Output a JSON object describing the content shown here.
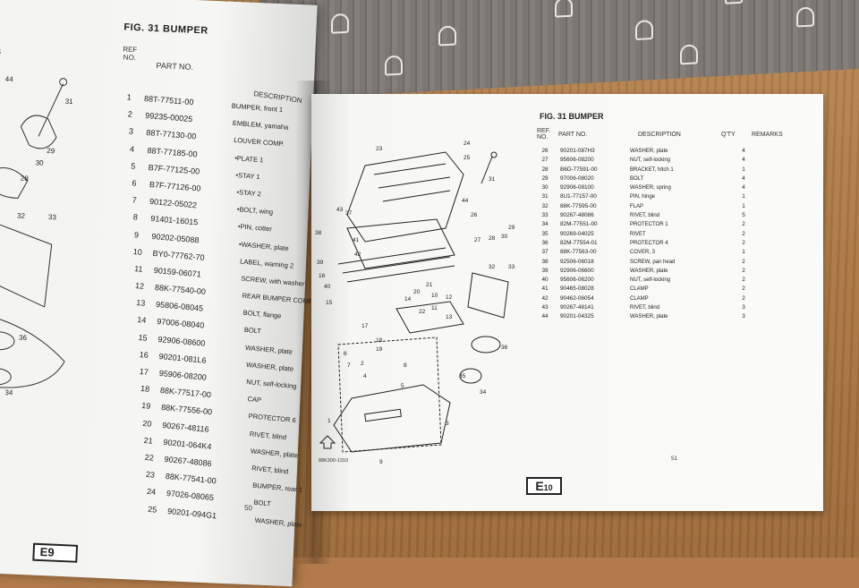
{
  "left_page": {
    "figure_title": "FIG. 31  BUMPER",
    "header": {
      "ref_no": "REF\nNO.",
      "part_no": "PART NO.",
      "description": "DESCRIPTION"
    },
    "rows": [
      {
        "ref": "1",
        "part": "88T-77511-00",
        "desc": "BUMPER, front 1"
      },
      {
        "ref": "2",
        "part": "99235-00025",
        "desc": "EMBLEM, yamaha"
      },
      {
        "ref": "3",
        "part": "88T-77130-00",
        "desc": "LOUVER COMP."
      },
      {
        "ref": "4",
        "part": "88T-77185-00",
        "desc": "•PLATE 1"
      },
      {
        "ref": "5",
        "part": "B7F-77125-00",
        "desc": "•STAY 1"
      },
      {
        "ref": "6",
        "part": "B7F-77126-00",
        "desc": "•STAY 2"
      },
      {
        "ref": "7",
        "part": "90122-05022",
        "desc": "•BOLT, wing"
      },
      {
        "ref": "8",
        "part": "91401-16015",
        "desc": "•PIN, cotter"
      },
      {
        "ref": "9",
        "part": "90202-05088",
        "desc": "•WASHER, plate"
      },
      {
        "ref": "10",
        "part": "BY0-77762-70",
        "desc": "LABEL, warning 2"
      },
      {
        "ref": "11",
        "part": "90159-06071",
        "desc": "SCREW, with washer"
      },
      {
        "ref": "12",
        "part": "88K-77540-00",
        "desc": "REAR BUMPER COMP."
      },
      {
        "ref": "13",
        "part": "95806-08045",
        "desc": "BOLT, flange"
      },
      {
        "ref": "14",
        "part": "97006-08040",
        "desc": "BOLT"
      },
      {
        "ref": "15",
        "part": "92906-08600",
        "desc": "WASHER, plate"
      },
      {
        "ref": "16",
        "part": "90201-081L6",
        "desc": "WASHER, plate"
      },
      {
        "ref": "17",
        "part": "95906-08200",
        "desc": "NUT, self-locking"
      },
      {
        "ref": "18",
        "part": "88K-77517-00",
        "desc": "CAP"
      },
      {
        "ref": "19",
        "part": "88K-77556-00",
        "desc": "PROTECTOR 6"
      },
      {
        "ref": "20",
        "part": "90267-48116",
        "desc": "RIVET, blind"
      },
      {
        "ref": "21",
        "part": "90201-064K4",
        "desc": "WASHER, plate"
      },
      {
        "ref": "22",
        "part": "90267-48086",
        "desc": "RIVET, blind"
      },
      {
        "ref": "23",
        "part": "88K-77541-00",
        "desc": "BUMPER, rear 1"
      },
      {
        "ref": "24",
        "part": "97026-08065",
        "desc": "BOLT"
      },
      {
        "ref": "25",
        "part": "90201-094G1",
        "desc": "WASHER, plate"
      }
    ],
    "page_number": "50",
    "section_tab": "E9"
  },
  "right_page": {
    "figure_title": "FIG. 31  BUMPER",
    "header": {
      "ref_no": "REF.\nNO.",
      "part_no": "PART NO.",
      "description": "DESCRIPTION",
      "qty": "Q'TY",
      "remarks": "REMARKS"
    },
    "rows": [
      {
        "ref": "26",
        "part": "90201-087H3",
        "desc": "WASHER, plate",
        "qty": "4"
      },
      {
        "ref": "27",
        "part": "95606-08200",
        "desc": "NUT, self-locking",
        "qty": "4"
      },
      {
        "ref": "28",
        "part": "B6D-77591-00",
        "desc": "BRACKET, hitch 1",
        "qty": "1"
      },
      {
        "ref": "29",
        "part": "97006-08020",
        "desc": "BOLT",
        "qty": "4"
      },
      {
        "ref": "30",
        "part": "92906-08100",
        "desc": "WASHER, spring",
        "qty": "4"
      },
      {
        "ref": "31",
        "part": "8U1-77157-00",
        "desc": "PIN, hinge",
        "qty": "1"
      },
      {
        "ref": "32",
        "part": "88K-77595-00",
        "desc": "FLAP",
        "qty": "1"
      },
      {
        "ref": "33",
        "part": "90267-48086",
        "desc": "RIVET, blind",
        "qty": "5"
      },
      {
        "ref": "34",
        "part": "82M-77551-00",
        "desc": "PROTECTOR 1",
        "qty": "2"
      },
      {
        "ref": "35",
        "part": "90269-04025",
        "desc": "RIVET",
        "qty": "2"
      },
      {
        "ref": "36",
        "part": "82M-77554-01",
        "desc": "PROTECTOR 4",
        "qty": "2"
      },
      {
        "ref": "37",
        "part": "88K-77563-00",
        "desc": "COVER, 3",
        "qty": "1"
      },
      {
        "ref": "38",
        "part": "92506-06018",
        "desc": "SCREW, pan head",
        "qty": "2"
      },
      {
        "ref": "39",
        "part": "92906-06600",
        "desc": "WASHER, plate",
        "qty": "2"
      },
      {
        "ref": "40",
        "part": "95606-06200",
        "desc": "NUT, self-locking",
        "qty": "2"
      },
      {
        "ref": "41",
        "part": "90465-08028",
        "desc": "CLAMP",
        "qty": "2"
      },
      {
        "ref": "42",
        "part": "90462-06054",
        "desc": "CLAMP",
        "qty": "2"
      },
      {
        "ref": "43",
        "part": "90267-48141",
        "desc": "RIVET, blind",
        "qty": "3"
      },
      {
        "ref": "44",
        "part": "90201-04325",
        "desc": "WASHER, plate",
        "qty": "3"
      }
    ],
    "diagram_code": "88K300-1310",
    "page_number": "51",
    "section_tab_letter": "E",
    "section_tab_number": "10",
    "callouts": [
      "23",
      "24",
      "25",
      "26",
      "27",
      "28",
      "29",
      "30",
      "31",
      "32",
      "33",
      "34",
      "35",
      "36",
      "37",
      "38",
      "39",
      "40",
      "41",
      "42",
      "43",
      "44",
      "1",
      "2",
      "3",
      "4",
      "5",
      "6",
      "7",
      "8",
      "9",
      "10",
      "11",
      "12",
      "13",
      "14",
      "15",
      "16",
      "17",
      "18",
      "19",
      "20",
      "21",
      "22"
    ]
  }
}
